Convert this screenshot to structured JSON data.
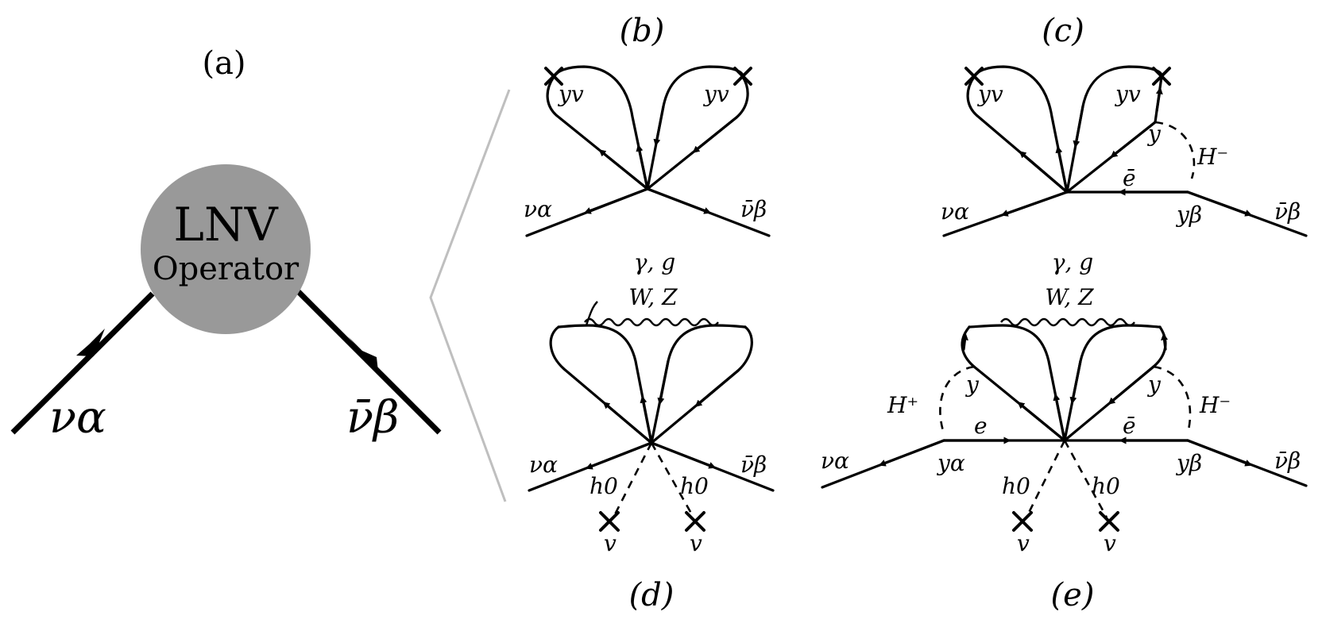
{
  "panels": {
    "a": "(a)",
    "b": "(b)",
    "c": "(c)",
    "d": "(d)",
    "e": "(e)"
  },
  "operator": {
    "line1": "LNV",
    "line2": "Operator",
    "fill_color": "#999999"
  },
  "labels": {
    "nu_alpha": "να",
    "nu_bar_beta": "ν̄β",
    "yv": "yv",
    "y": "y",
    "y_alpha": "yα",
    "y_beta": "yβ",
    "e": "e",
    "e_bar": "ē",
    "H_minus": "H⁻",
    "H_plus": "H⁺",
    "gamma_g": "γ, g",
    "W_Z": "W, Z",
    "h0": "h0",
    "v": "v"
  }
}
